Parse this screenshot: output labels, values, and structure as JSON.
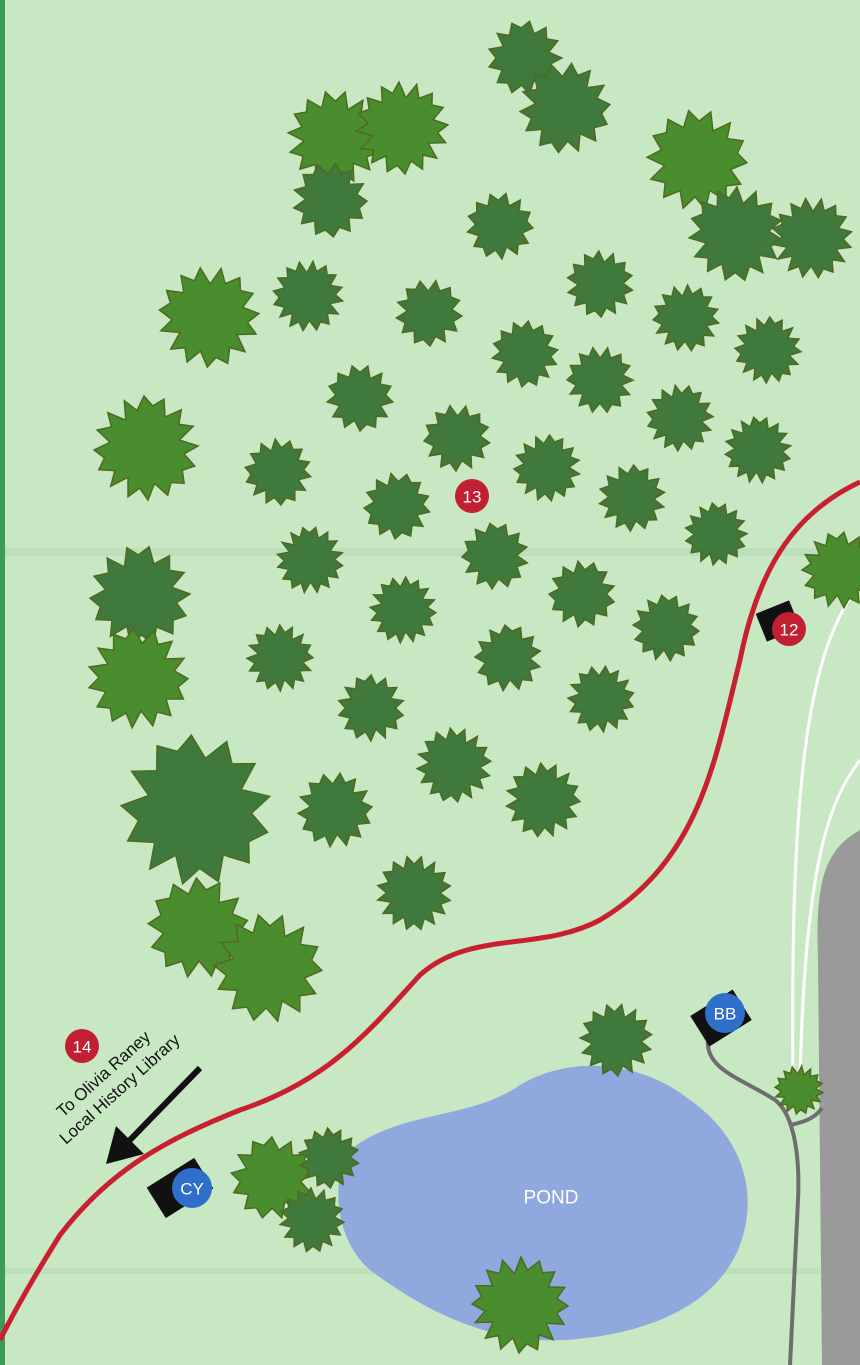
{
  "map": {
    "colors": {
      "background": "#c8e8c4",
      "border_stripe": "#3f9a58",
      "fold_shadow": "#b6d8b2",
      "trail": "#c8202e",
      "walkway": "#ffffff",
      "road": "#9a9a9a",
      "path_gray": "#6e6e6e",
      "pond": "#8fa8de",
      "tree_dark": "#3f7a3c",
      "tree_light": "#4a8d2e",
      "tree_outline": "#4e6a1f",
      "stop_marker_red": "#c21f33",
      "station_marker_blue": "#2f6fcb",
      "marker_plate": "#111111"
    },
    "markers": {
      "stop_13": "13",
      "stop_12": "12",
      "stop_14": "14",
      "station_bb": "BB",
      "station_cy": "CY"
    },
    "pond_label": "POND",
    "direction": {
      "line1": "To Olivia Raney",
      "line2": "Local History Library"
    }
  }
}
